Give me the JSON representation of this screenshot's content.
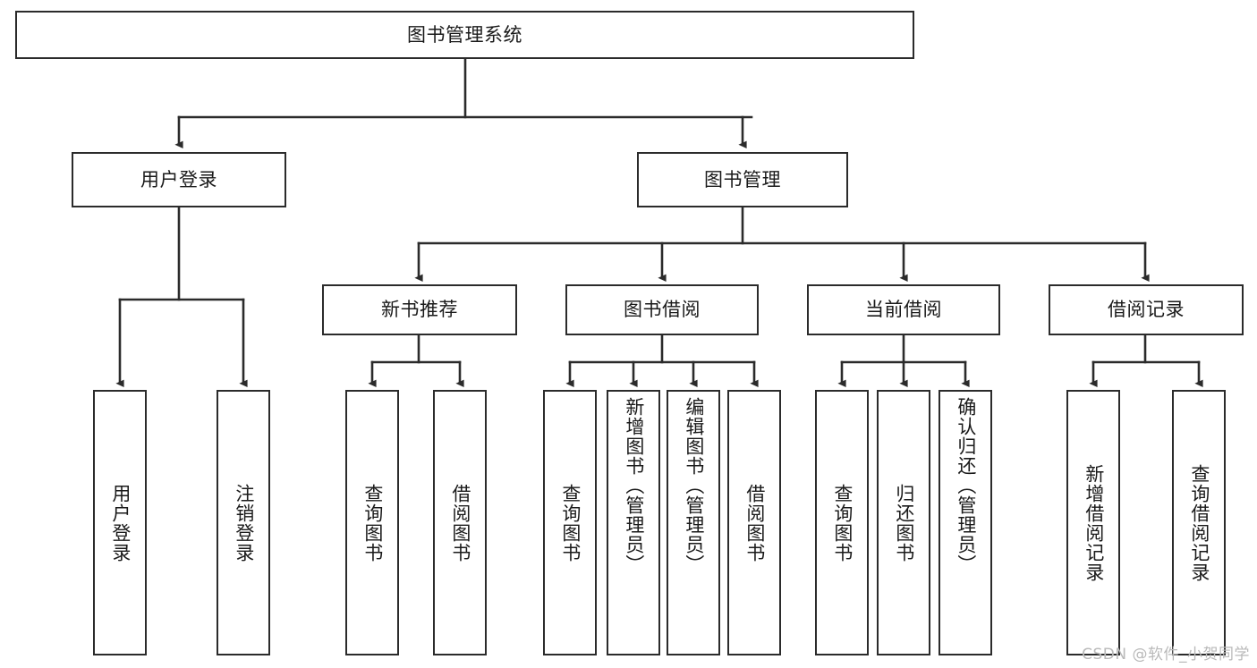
{
  "diagram": {
    "title": "图书管理系统",
    "type": "tree-hierarchy",
    "stroke_color": "#2b2b2b",
    "fill_color": "#ffffff",
    "text_color": "#1a1a1a"
  },
  "nodes": {
    "root": {
      "label": "图书管理系统",
      "level": 0
    },
    "level1": [
      {
        "label": "用户登录",
        "level": 1
      },
      {
        "label": "图书管理",
        "level": 1
      }
    ],
    "level2": [
      {
        "label": "新书推荐",
        "level": 2
      },
      {
        "label": "图书借阅",
        "level": 2
      },
      {
        "label": "当前借阅",
        "level": 2
      },
      {
        "label": "借阅记录",
        "level": 2
      }
    ],
    "leaves": {
      "user_login": [
        {
          "label": "用户登录"
        },
        {
          "label": "注销登录"
        }
      ],
      "new_book_recommend": [
        {
          "label": "查询图书"
        },
        {
          "label": "借阅图书"
        }
      ],
      "book_borrow": [
        {
          "label": "查询图书"
        },
        {
          "label": "新增图书（管理员）"
        },
        {
          "label": "编辑图书（管理员）"
        },
        {
          "label": "借阅图书"
        }
      ],
      "current_borrow": [
        {
          "label": "查询图书"
        },
        {
          "label": "归还图书"
        },
        {
          "label": "确认归还（管理员）"
        }
      ],
      "borrow_record": [
        {
          "label": "新增借阅记录"
        },
        {
          "label": "查询借阅记录"
        }
      ]
    }
  },
  "watermark": {
    "text": "CSDN @软件_小贺同学"
  }
}
